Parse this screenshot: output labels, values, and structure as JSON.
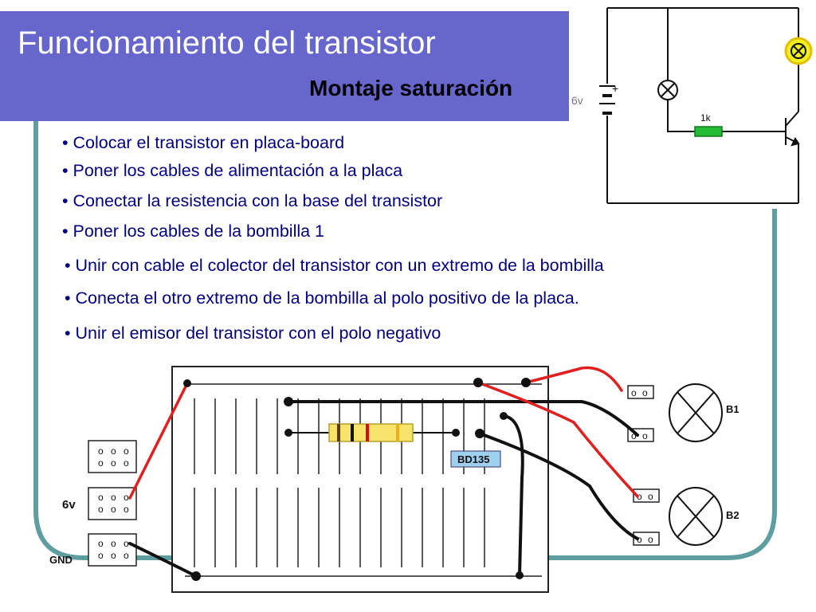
{
  "title": "Funcionamiento del transistor",
  "subtitle": "Montaje saturación",
  "bullets": [
    "• Colocar el transistor en placa-board",
    "• Poner los cables de alimentación a la placa",
    "• Conectar la resistencia con la base del transistor",
    "• Poner los cables de la bombilla 1",
    "• Unir con cable el colector del transistor con un extremo de la bombilla",
    "• Conecta el otro extremo de la bombilla al polo positivo de la placa.",
    "• Unir el emisor del transistor con el polo negativo"
  ],
  "schematic": {
    "battery_label": "6v",
    "battery_plus": "+",
    "resistor_label": "1k"
  },
  "breadboard": {
    "transistor_label": "BD135",
    "lamp1_label": "B1",
    "lamp2_label": "B2",
    "supply_label": "6v",
    "ground_label": "GND",
    "terminal_glyph": "o"
  },
  "colors": {
    "title_band": "#6666cc",
    "frame": "#5f9ea0",
    "bullet_text": "#000080",
    "wire_red": "#e02020",
    "wire_black": "#111111",
    "resistor_body": "#f5e36a",
    "lamp_active": "#f0f020",
    "transistor_badge": "#9fd0f0"
  }
}
